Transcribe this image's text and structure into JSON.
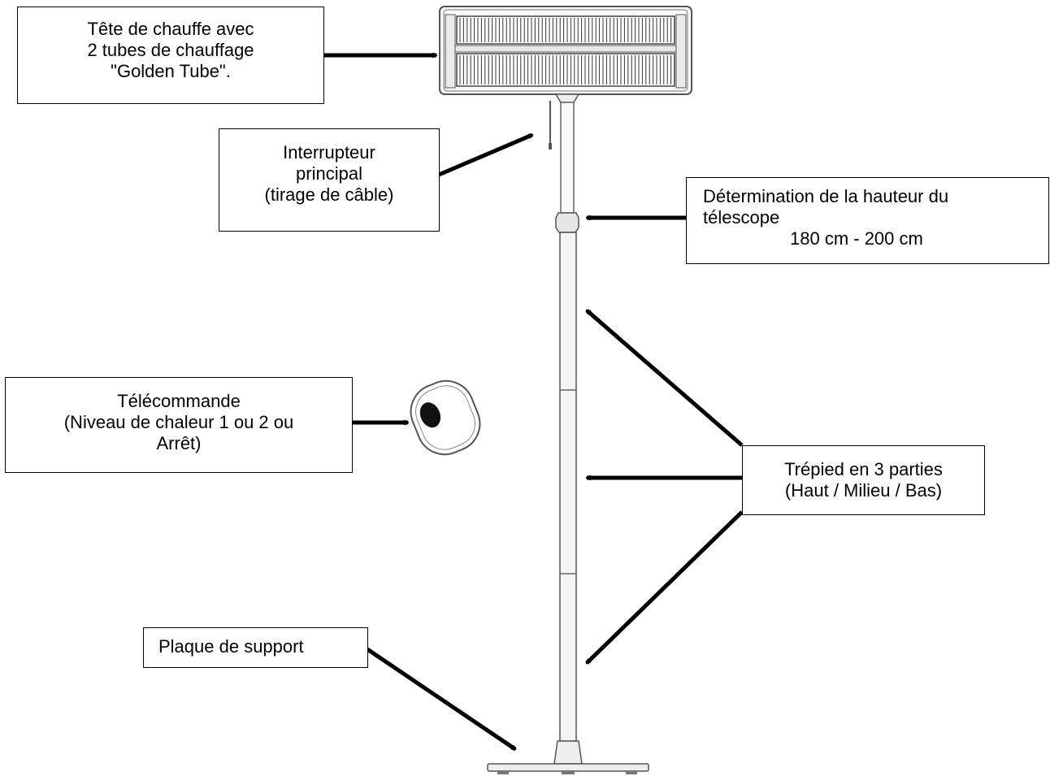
{
  "diagram": {
    "callouts": {
      "heating_head": {
        "lines": [
          "Tête de chauffe avec",
          "2 tubes de chauffage",
          "\"Golden Tube\"."
        ]
      },
      "main_switch": {
        "lines": [
          "Interrupteur",
          "principal",
          "(tirage de câble)"
        ]
      },
      "telescope_height": {
        "lines": [
          "Détermination de la hauteur du",
          "télescope",
          "180 cm - 200 cm"
        ]
      },
      "remote_control": {
        "lines": [
          "Télécommande",
          "(Niveau de chaleur 1 ou 2 ou",
          "Arrêt)"
        ]
      },
      "tripod": {
        "lines": [
          "Trépied en 3 parties",
          "(Haut / Milieu / Bas)"
        ]
      },
      "base_plate": {
        "lines": [
          "Plaque de support"
        ]
      }
    },
    "colors": {
      "line": "#000000",
      "stand_outline": "#555555",
      "stand_fill": "#f4f4f4",
      "remote_button": "#111111"
    }
  }
}
